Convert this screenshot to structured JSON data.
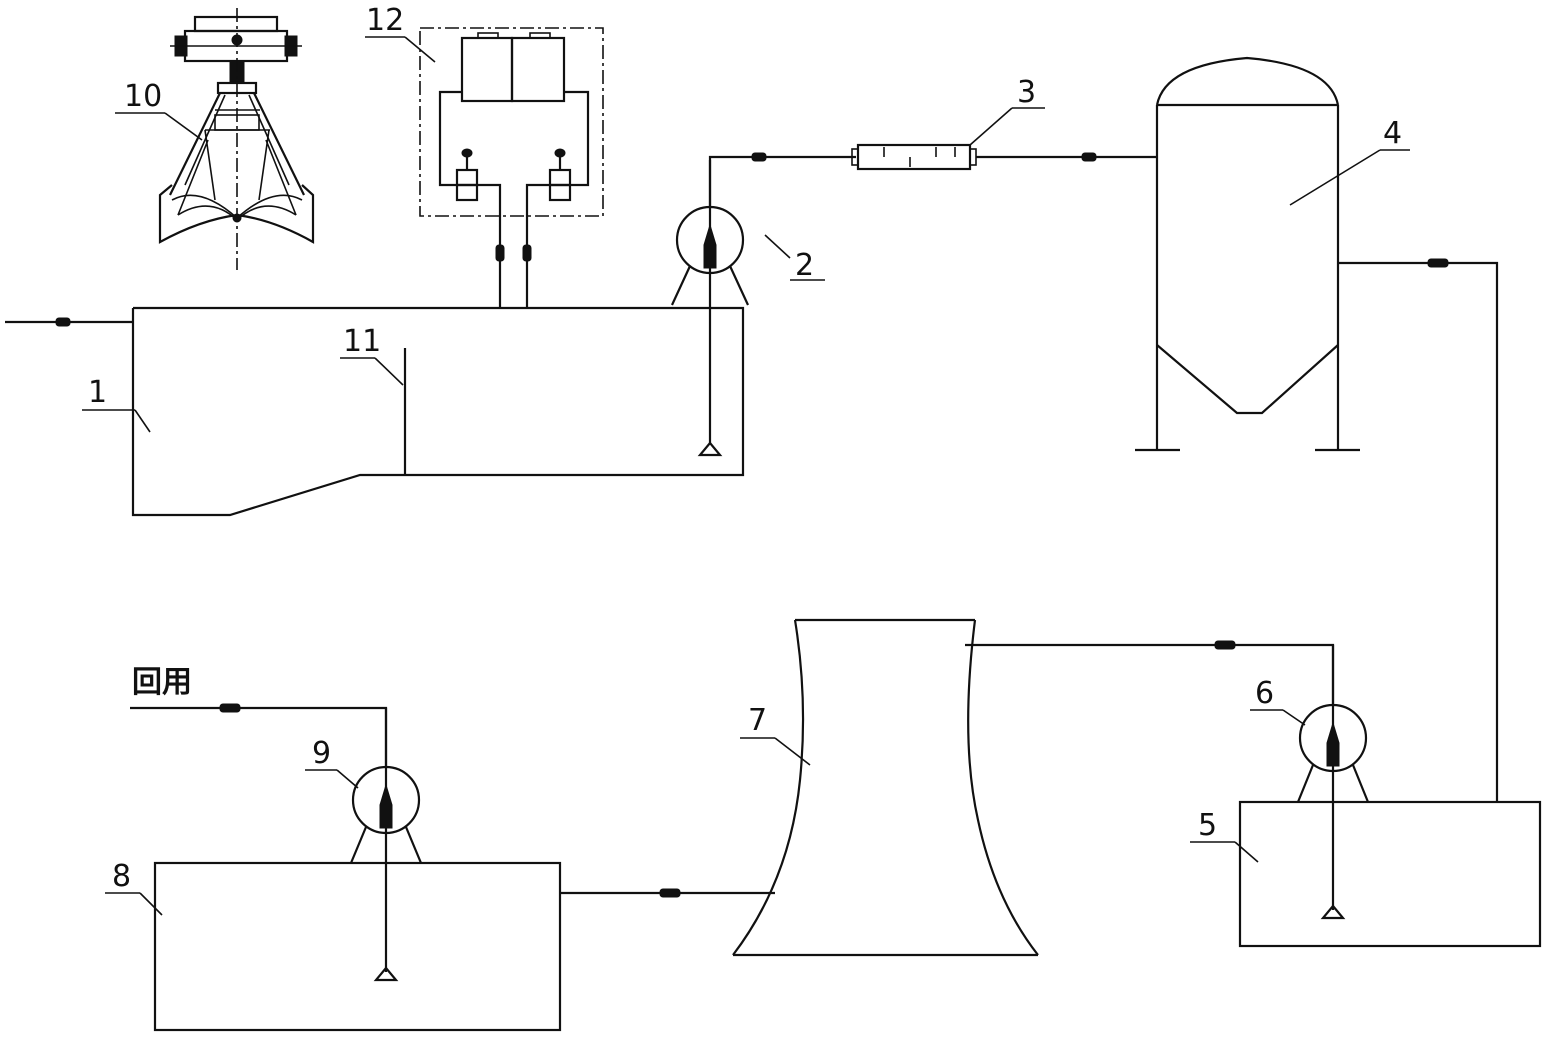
{
  "labels": {
    "l1": "1",
    "l2": "2",
    "l3": "3",
    "l4": "4",
    "l5": "5",
    "l6": "6",
    "l7": "7",
    "l8": "8",
    "l9": "9",
    "l10": "10",
    "l11": "11",
    "l12": "12",
    "reuse": "回用"
  },
  "colors": {
    "line": "#111111",
    "background": "#ffffff"
  }
}
